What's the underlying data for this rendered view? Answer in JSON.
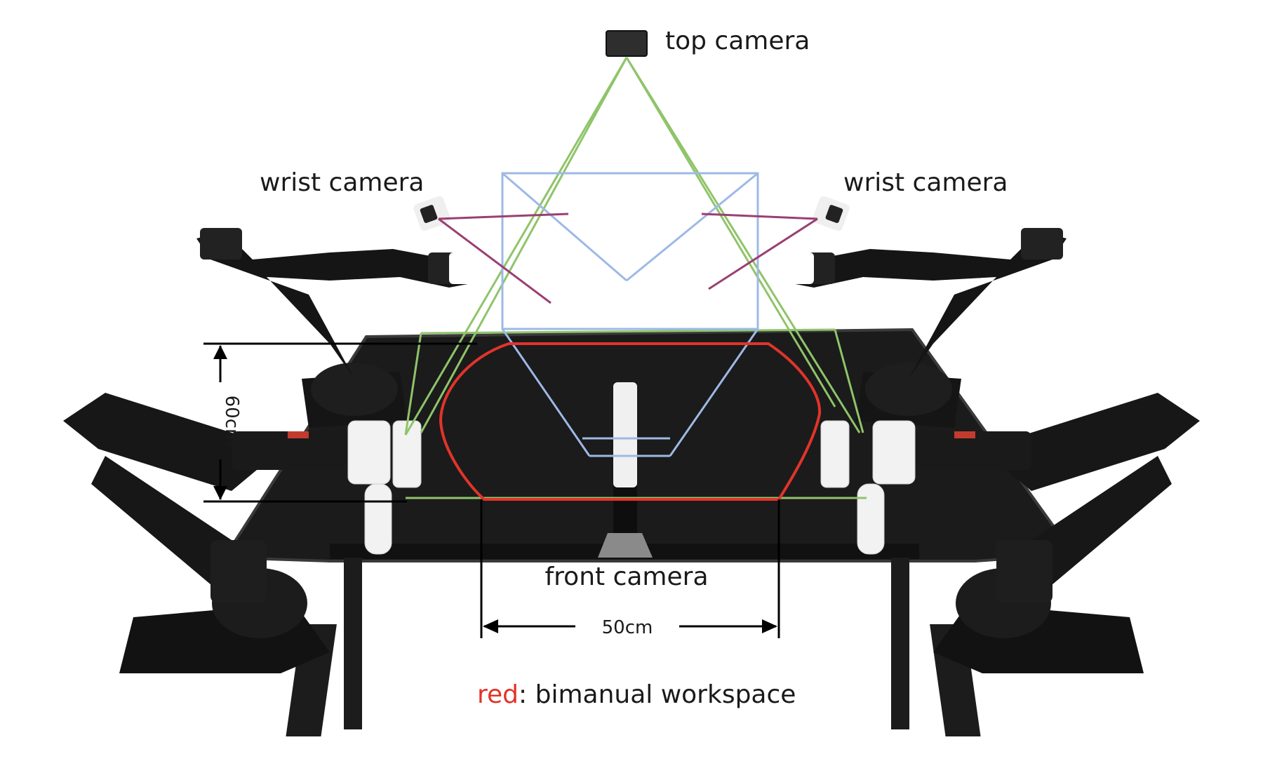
{
  "labels": {
    "top_camera": "top camera",
    "wrist_camera_left": "wrist camera",
    "wrist_camera_right": "wrist camera",
    "front_camera": "front camera",
    "height_dim": "60cm",
    "width_dim": "50cm",
    "legend_color_word": "red",
    "legend_rest": ": bimanual workspace"
  },
  "colors": {
    "workspace": "#e0342a",
    "top_camera_fov": "#8fc46a",
    "front_camera_fov": "#9eb9e6",
    "wrist_camera_fov": "#9a3f73",
    "robot": "#151515",
    "handle": "#f2f2f2",
    "table": "#1b1b1b"
  }
}
